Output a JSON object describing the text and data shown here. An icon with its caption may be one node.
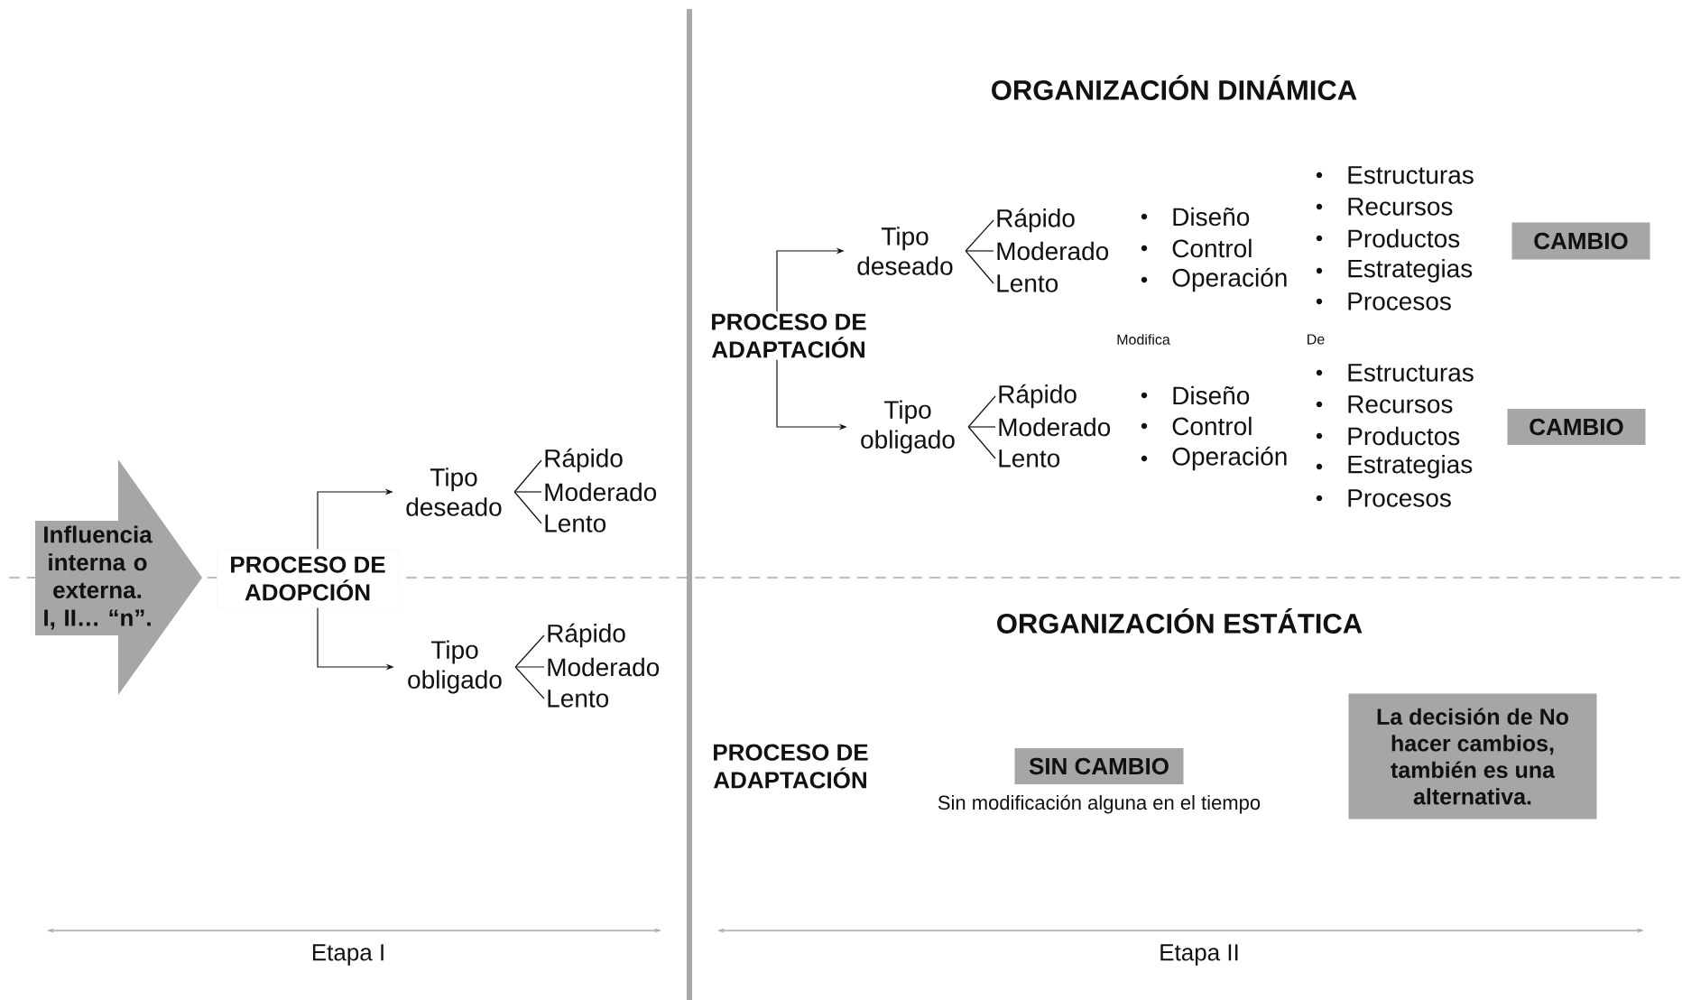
{
  "diagram": {
    "nodes": [
      {
        "text": [
          "Influencia interna o externa. I, II… “n”."
        ]
      },
      {
        "text": [
          "PROCESO DE ADOPCIÓN"
        ]
      },
      {
        "text": [
          "Tipo deseado"
        ]
      },
      {
        "text": [
          "Rápido"
        ]
      },
      {
        "text": [
          "Moderado"
        ]
      },
      {
        "text": [
          "Lento"
        ]
      },
      {
        "text": [
          "Tipo obligado"
        ]
      },
      {
        "text": [
          "Rápido"
        ]
      },
      {
        "text": [
          "Moderado"
        ]
      },
      {
        "text": [
          "Lento"
        ]
      },
      {
        "text": [
          "PROCESO DE ADAPTACIÓN"
        ]
      },
      {
        "text": [
          "Tipo deseado"
        ]
      },
      {
        "text": [
          "Rápido"
        ]
      },
      {
        "text": [
          "Moderado"
        ]
      },
      {
        "text": [
          "Lento"
        ]
      },
      {
        "text": [
          "Tipo obligado"
        ]
      },
      {
        "text": [
          "Rápido"
        ]
      },
      {
        "text": [
          "Moderado"
        ]
      },
      {
        "text": [
          "Lento"
        ]
      },
      {
        "text": [
          "CAMBIO"
        ]
      },
      {
        "text": [
          "CAMBIO"
        ]
      },
      {
        "text": [
          "SIN CAMBIO"
        ],
        "beside": [
          "Sin modificación alguna en el tiempo"
        ]
      },
      {
        "text": [
          "La decisión de No hacer cambios, también es una alternativa."
        ]
      }
    ],
    "edges": [
      {
        "from": 1,
        "to": 2,
        "arrow": "to"
      },
      {
        "from": 1,
        "to": 6,
        "arrow": "to"
      },
      {
        "from": 2,
        "to": 3,
        "arrow": "none"
      },
      {
        "from": 2,
        "to": 4,
        "arrow": "none"
      },
      {
        "from": 2,
        "to": 5,
        "arrow": "none"
      },
      {
        "from": 6,
        "to": 7,
        "arrow": "none"
      },
      {
        "from": 6,
        "to": 8,
        "arrow": "none"
      },
      {
        "from": 6,
        "to": 9,
        "arrow": "none"
      },
      {
        "from": 10,
        "to": 11,
        "arrow": "to"
      },
      {
        "from": 10,
        "to": 15,
        "arrow": "to"
      },
      {
        "from": 11,
        "to": 12,
        "arrow": "none"
      },
      {
        "from": 11,
        "to": 13,
        "arrow": "none"
      },
      {
        "from": 11,
        "to": 14,
        "arrow": "none"
      },
      {
        "from": 15,
        "to": 16,
        "arrow": "none"
      },
      {
        "from": 15,
        "to": 17,
        "arrow": "none"
      },
      {
        "from": 15,
        "to": 18,
        "arrow": "none"
      }
    ],
    "labels": [
      "ORGANIZACIÓN DINÁMICA",
      "Diseño",
      "Control",
      "Operación",
      "Estructuras",
      "Recursos",
      "Productos",
      "Estrategias",
      "Procesos",
      "Modifica",
      "De",
      "Diseño",
      "Control",
      "Operación",
      "Estructuras",
      "Recursos",
      "Productos",
      "Estrategias",
      "Procesos",
      "ORGANIZACIÓN ESTÁTICA",
      "PROCESO DE ADAPTACIÓN",
      "Etapa I",
      "Etapa II"
    ]
  }
}
